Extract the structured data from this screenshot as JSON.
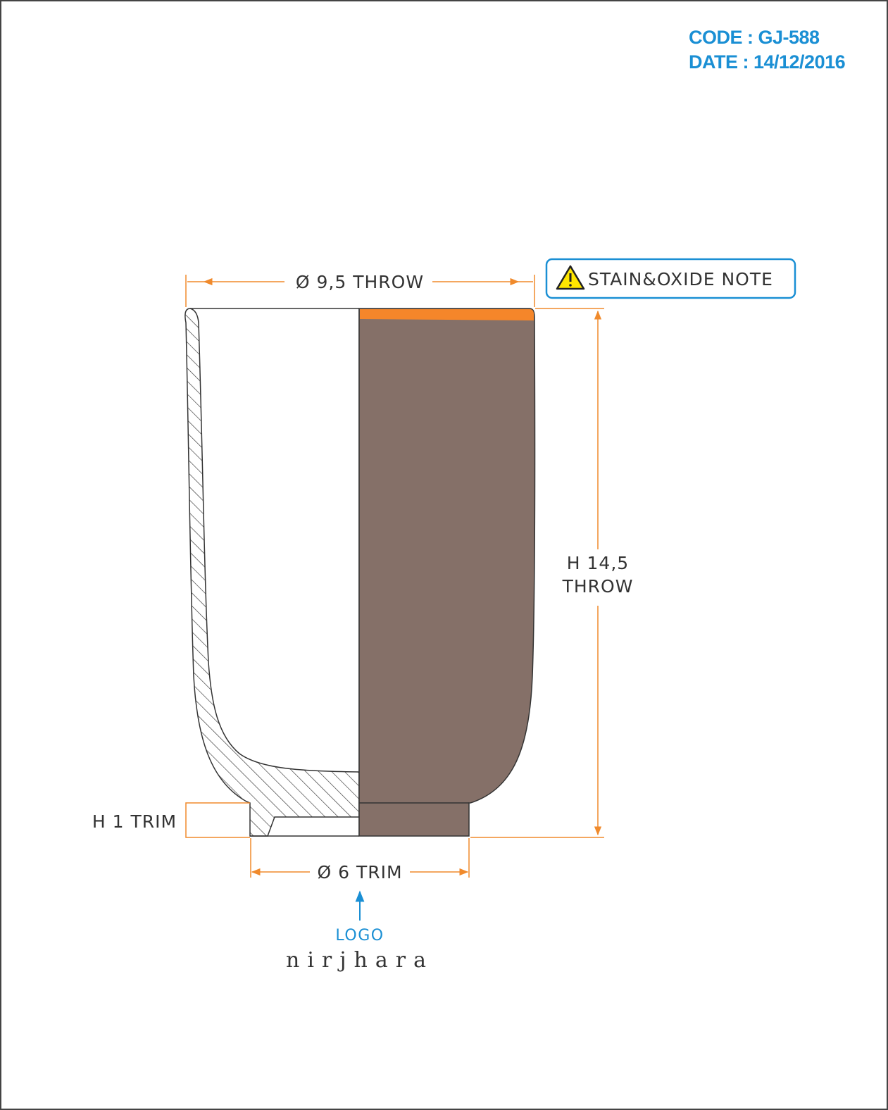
{
  "header": {
    "code": "CODE : GJ-588",
    "date": "DATE : 14/12/2016"
  },
  "dimensions": {
    "top_diameter": "Ø 9,5 THROW",
    "height_line1": "H 14,5",
    "height_line2": "THROW",
    "trim_height": "H 1 TRIM",
    "base_diameter": "Ø 6 TRIM"
  },
  "note": {
    "label": "STAIN&OXIDE NOTE",
    "icon": "warning-icon"
  },
  "logo": {
    "label": "LOGO",
    "brand": "nirjhara"
  },
  "colors": {
    "accent_blue": "#1a8fd4",
    "dimension_orange": "#f08a2c",
    "glaze_brown": "#857068",
    "rim_orange": "#f5862a",
    "outline": "#333333"
  }
}
